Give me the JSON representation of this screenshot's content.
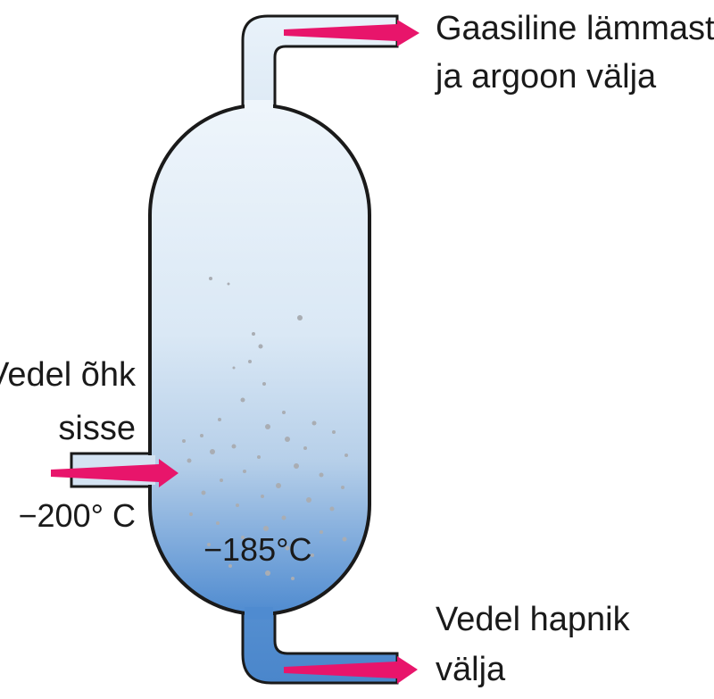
{
  "labels": {
    "gas_out_line1": "Gaasiline lämmastik",
    "gas_out_line2": "ja argoon välja",
    "air_in_line1": "Vedel õhk",
    "air_in_line2": "sisse",
    "air_in_temp": "−200° C",
    "vessel_temp": "−185°C",
    "oxygen_out_line1": "Vedel hapnik",
    "oxygen_out_line2": "välja"
  },
  "colors": {
    "arrow": "#e8156b",
    "outline": "#1a1a1a",
    "liquid_top": "#eef5fb",
    "liquid_bottom": "#4f8bd0",
    "bubble": "#a9adb3"
  }
}
